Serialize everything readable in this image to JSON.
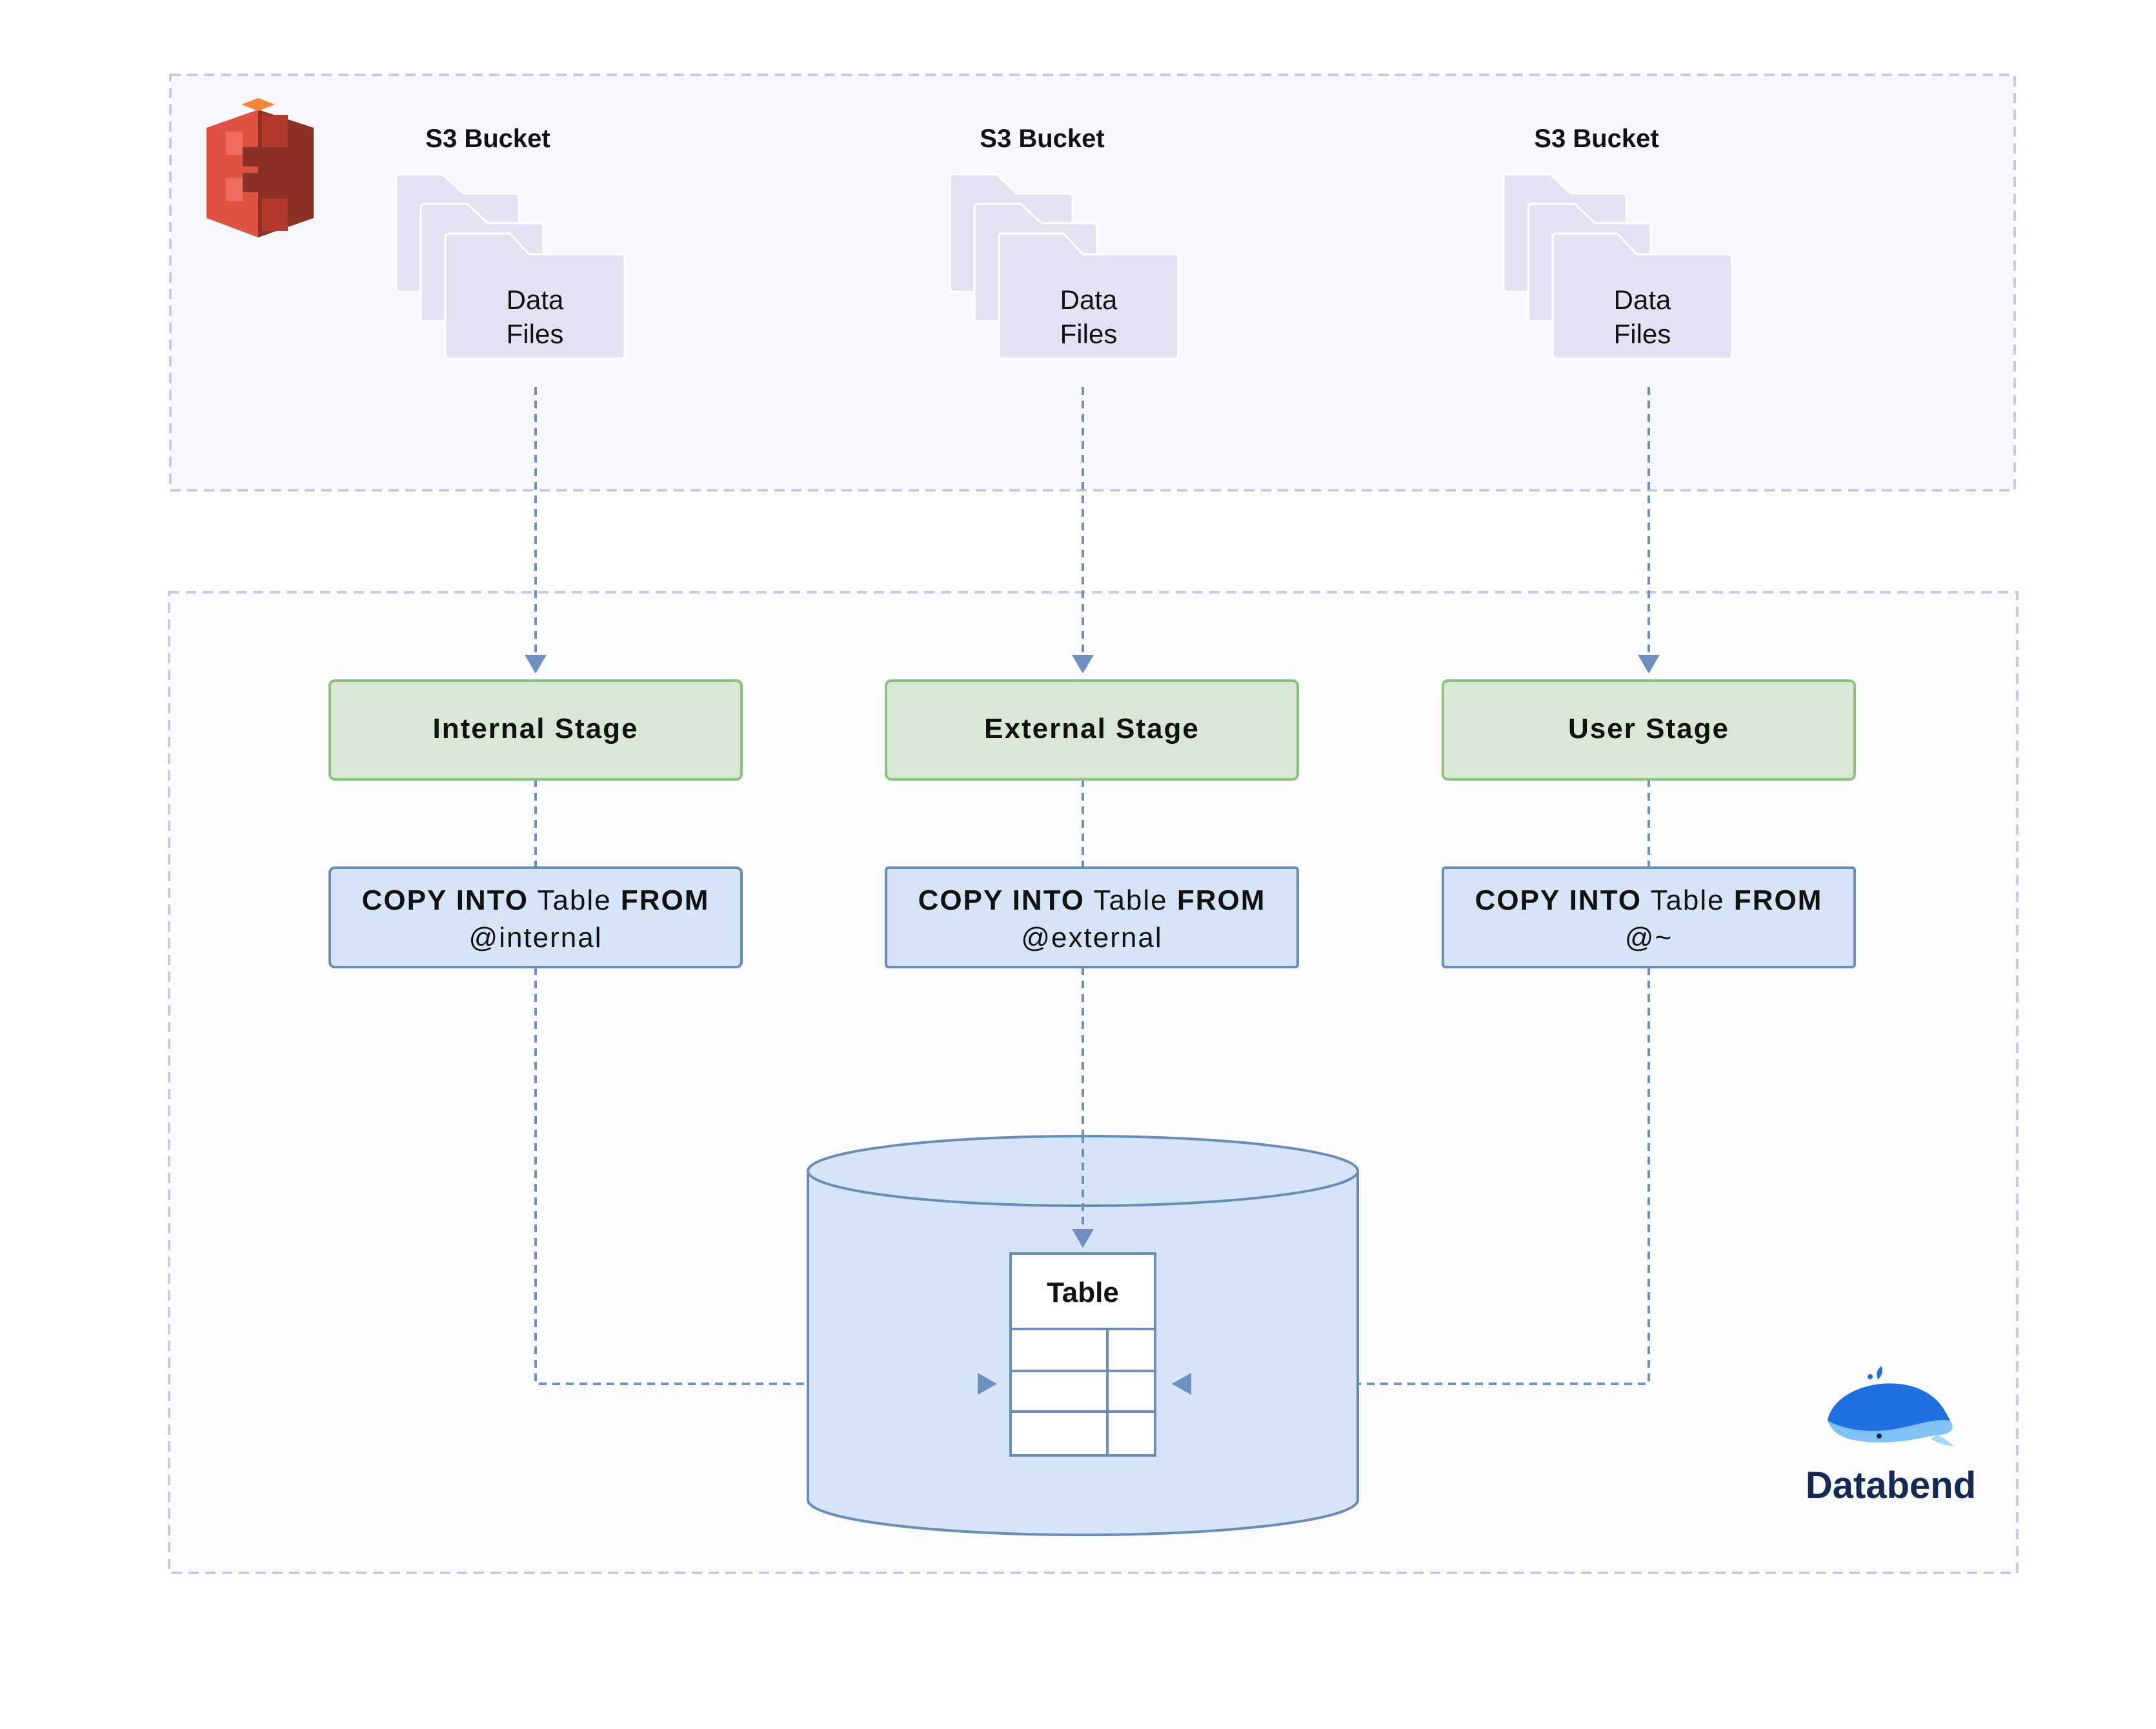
{
  "buckets": [
    {
      "title": "S3 Bucket",
      "files_line1": "Data",
      "files_line2": "Files"
    },
    {
      "title": "S3 Bucket",
      "files_line1": "Data",
      "files_line2": "Files"
    },
    {
      "title": "S3 Bucket",
      "files_line1": "Data",
      "files_line2": "Files"
    }
  ],
  "stages": [
    {
      "label": "Internal Stage",
      "copy_kw1": "COPY INTO",
      "copy_table": "Table",
      "copy_kw2": "FROM",
      "copy_source": "@internal"
    },
    {
      "label": "External Stage",
      "copy_kw1": "COPY INTO",
      "copy_table": "Table",
      "copy_kw2": "FROM",
      "copy_source": "@external"
    },
    {
      "label": "User Stage",
      "copy_kw1": "COPY INTO",
      "copy_table": "Table",
      "copy_kw2": "FROM",
      "copy_source": "@~"
    }
  ],
  "table": {
    "title": "Table"
  },
  "brand": {
    "name": "Databend"
  },
  "icons": {
    "cloud": "aws-s3-icon",
    "logo": "databend-whale-icon"
  },
  "colors": {
    "dashed_border": "#c5cbe3",
    "stage_fill": "#d8e8d5",
    "stage_border": "#8ec07f",
    "copy_fill": "#d6e4f7",
    "copy_border": "#6b8cb6",
    "arrow": "#6f8fbf",
    "folder": "#e3e2f3",
    "s3_red": "#e05243",
    "s3_dark": "#8c3123",
    "brand_navy": "#152a52"
  }
}
